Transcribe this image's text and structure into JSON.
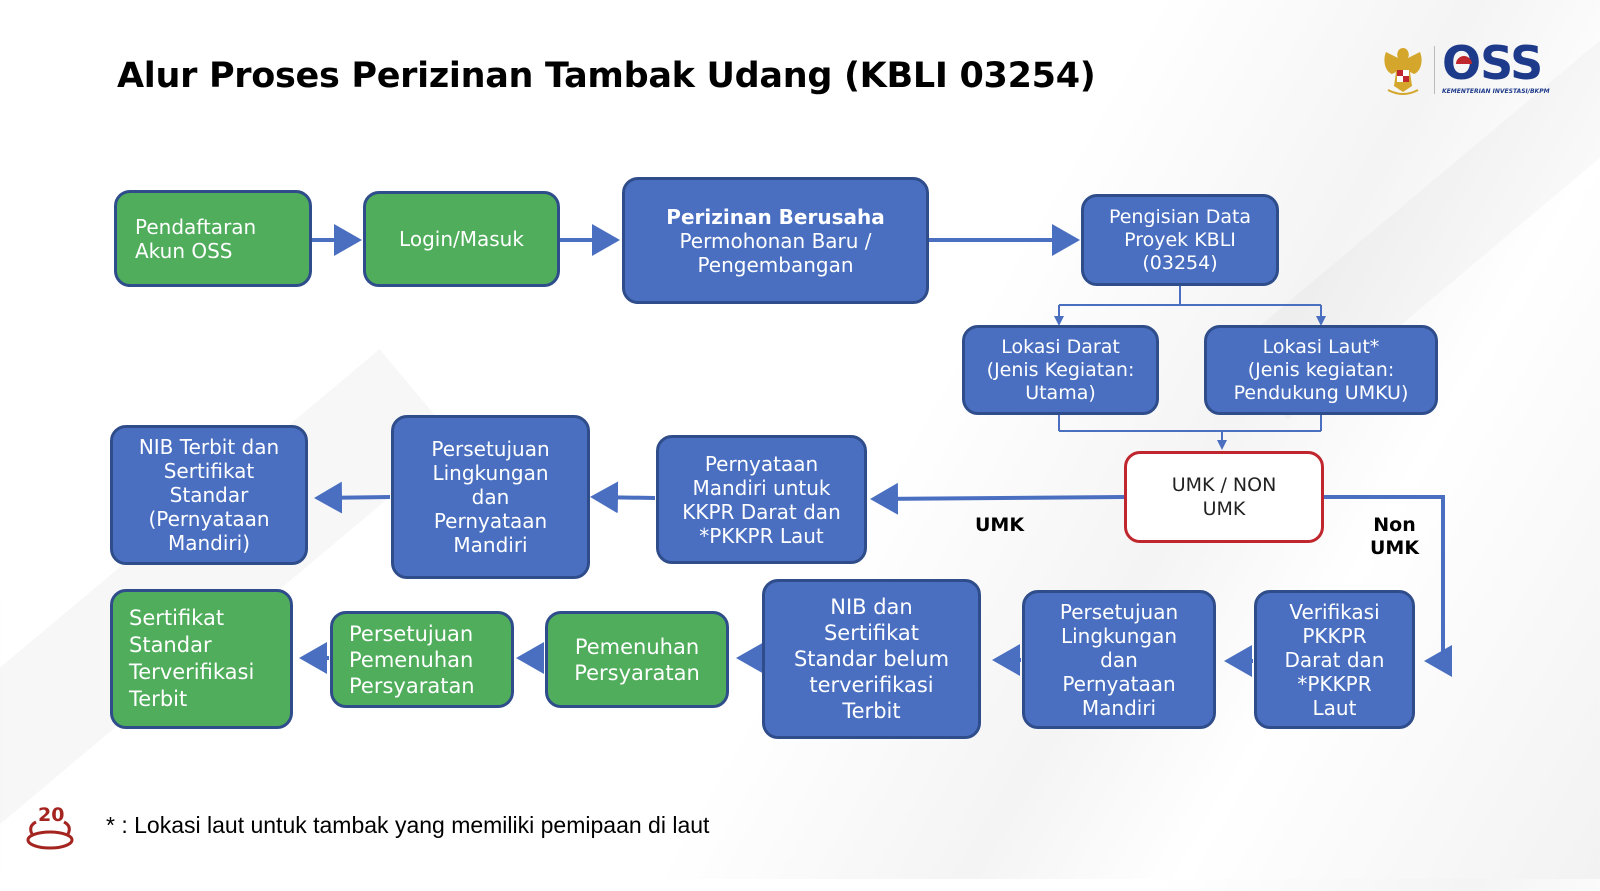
{
  "title": "Alur Proses Perizinan Tambak Udang (KBLI 03254)",
  "logo": {
    "brand": "OSS",
    "subtitle": "KEMENTERIAN INVESTASI/BKPM",
    "emblem": "garuda-emblem"
  },
  "colors": {
    "green": "#4fad5b",
    "blue": "#4a6fc1",
    "border": "#2f4d8a",
    "decision_border": "#c0262d",
    "arrow": "#4a6fc1",
    "page_number": "#a42420"
  },
  "nodes": {
    "pendaftaran": "Pendaftaran\nAkun OSS",
    "login": "Login/Masuk",
    "perizinan_bold": "Perizinan Berusaha",
    "perizinan_rest": "Permohonan Baru /\nPengembangan",
    "pengisian": "Pengisian Data\nProyek KBLI\n(03254)",
    "lokasi_darat": "Lokasi Darat\n(Jenis Kegiatan:\nUtama)",
    "lokasi_laut": "Lokasi Laut*\n(Jenis kegiatan:\nPendukung UMKU)",
    "umk_decision": "UMK / NON\nUMK",
    "pernyataan_mandiri_kkpr": "Pernyataan\nMandiri untuk\nKKPR Darat dan\n*PKKPR Laut",
    "persetujuan_lingkungan_umk": "Persetujuan\nLingkungan\ndan\nPernyataan\nMandiri",
    "nib_terbit": "NIB Terbit dan\nSertifikat\nStandar\n(Pernyataan\nMandiri)",
    "verifikasi_pkkpr": "Verifikasi\nPKKPR\nDarat dan\n*PKKPR\nLaut",
    "persetujuan_lingkungan_non": "Persetujuan\nLingkungan\ndan\nPernyataan\nMandiri",
    "nib_belum": "NIB dan\nSertifikat\nStandar belum\nterverifikasi\nTerbit",
    "pemenuhan": "Pemenuhan\nPersyaratan",
    "persetujuan_pemenuhan": "Persetujuan\nPemenuhan\nPersyaratan",
    "sertifikat_terverifikasi": "Sertifikat\nStandar\nTerverifikasi\nTerbit"
  },
  "edge_labels": {
    "umk": "UMK",
    "non_umk": "Non\nUMK"
  },
  "footnote": "* : Lokasi laut untuk tambak yang memiliki pemipaan di laut",
  "page_number": "20"
}
